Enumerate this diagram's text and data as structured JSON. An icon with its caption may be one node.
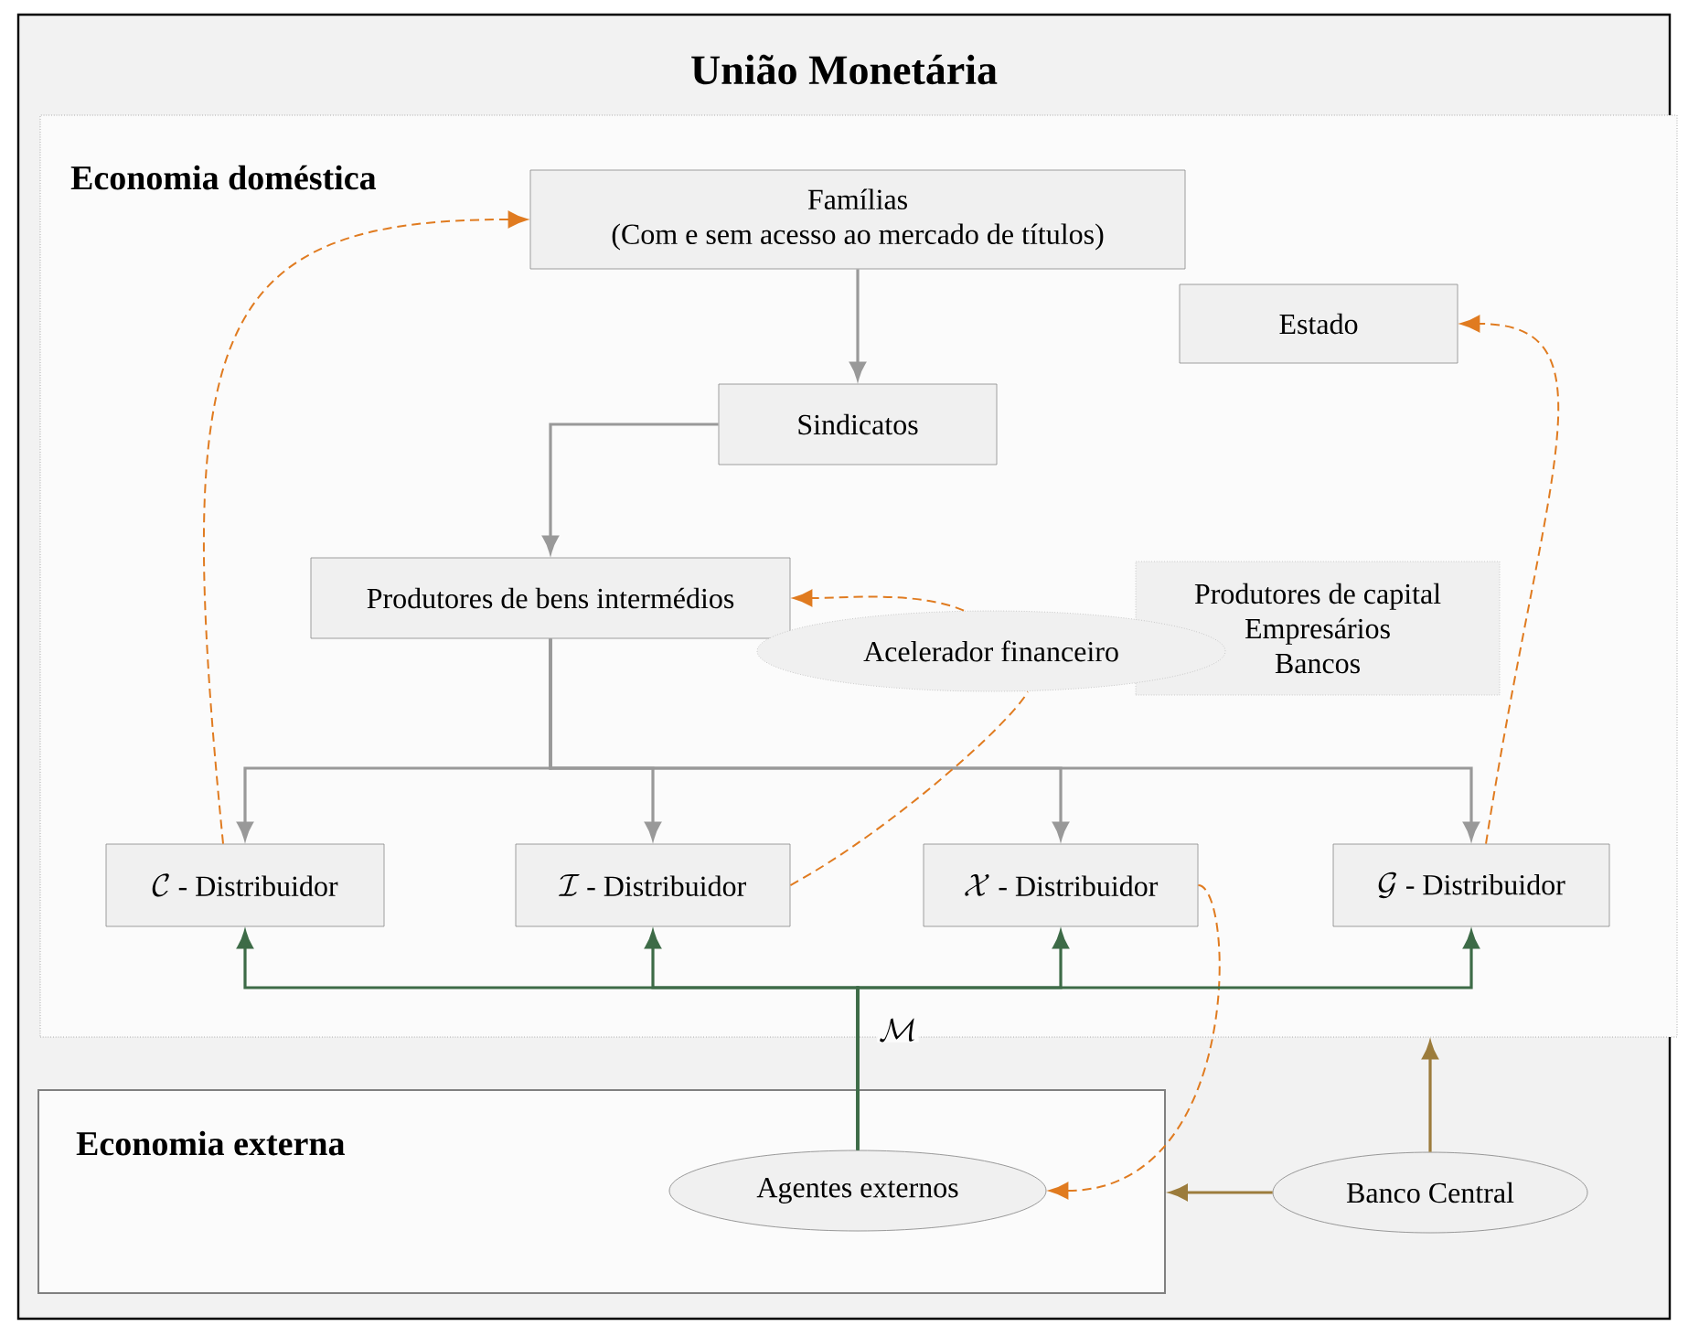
{
  "diagram": {
    "nodes": [
      {
        "text": [
          "União Monetária"
        ]
      },
      {
        "text": [
          "Economia doméstica"
        ],
        "in": 0
      },
      {
        "text": [
          "Famílias",
          "(Com e sem acesso ao mercado de títulos)"
        ],
        "in": 1
      },
      {
        "text": [
          "Estado"
        ],
        "in": 1
      },
      {
        "text": [
          "Sindicatos"
        ],
        "in": 1
      },
      {
        "text": [
          "Produtores de bens intermédios"
        ],
        "in": 1
      },
      {
        "text": [
          "Produtores de capital",
          "Empresários",
          "Bancos"
        ],
        "in": 1
      },
      {
        "text": [
          "Acelerador financeiro"
        ],
        "in": 1
      },
      {
        "text": [
          "\\mathcal{C}",
          "- Distribuidor"
        ],
        "in": 1
      },
      {
        "text": [
          "\\mathcal{I}",
          "- Distribuidor"
        ],
        "in": 1
      },
      {
        "text": [
          "\\mathcal{X}",
          "- Distribuidor"
        ],
        "in": 1
      },
      {
        "text": [
          "\\mathcal{G}",
          "- Distribuidor"
        ],
        "in": 1
      },
      {
        "text": [
          "Economia externa"
        ],
        "in": 0
      },
      {
        "text": [
          "Agentes externos"
        ],
        "in": 12
      },
      {
        "text": [
          "Banco Central"
        ],
        "in": 0
      }
    ],
    "edges": [
      {
        "from": 2,
        "to": 4,
        "arrow": "to"
      },
      {
        "from": 4,
        "to": 5,
        "arrow": "to"
      },
      {
        "from": 5,
        "to": 8,
        "arrow": "to"
      },
      {
        "from": 5,
        "to": 9,
        "arrow": "to"
      },
      {
        "from": 5,
        "to": 10,
        "arrow": "to"
      },
      {
        "from": 5,
        "to": 11,
        "arrow": "to"
      },
      {
        "from": 8,
        "to": 2,
        "arrow": "to",
        "style": "dashed",
        "color": "#e07b20"
      },
      {
        "from": 11,
        "to": 3,
        "arrow": "to",
        "style": "dashed",
        "color": "#e07b20"
      },
      {
        "from": 7,
        "to": 5,
        "arrow": "to",
        "style": "dashed",
        "color": "#e07b20"
      },
      {
        "from": 9,
        "to": 7,
        "arrow": "none",
        "style": "dashed",
        "color": "#e07b20"
      },
      {
        "from": 10,
        "to": 13,
        "arrow": "to",
        "style": "dashed",
        "color": "#e07b20"
      },
      {
        "from": 13,
        "to": 8,
        "arrow": "to",
        "color": "#3d6b47",
        "label": "\\mathcal{M}"
      },
      {
        "from": 13,
        "to": 9,
        "arrow": "to",
        "color": "#3d6b47"
      },
      {
        "from": 13,
        "to": 10,
        "arrow": "to",
        "color": "#3d6b47"
      },
      {
        "from": 13,
        "to": 11,
        "arrow": "to",
        "color": "#3d6b47"
      },
      {
        "from": 14,
        "to": 12,
        "arrow": "to",
        "color": "#9c7c3c"
      },
      {
        "from": 14,
        "to": 1,
        "arrow": "to",
        "color": "#9c7c3c"
      }
    ]
  }
}
